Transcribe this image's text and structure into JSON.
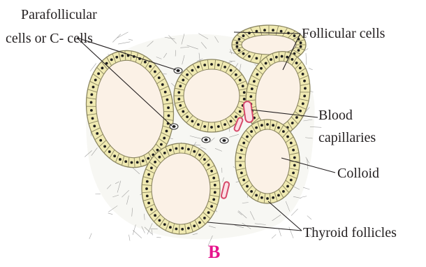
{
  "labels": {
    "parafollicular_line1": "Parafollicular",
    "parafollicular_line2": "cells or C- cells",
    "follicular_cells": "Follicular cells",
    "blood_line1": "Blood",
    "blood_line2": "capillaries",
    "colloid": "Colloid",
    "thyroid_follicles": "Thyroid follicles"
  },
  "panel_letter": "B",
  "colors": {
    "cell_fill": "#f0eab2",
    "cell_stroke": "#8a8560",
    "colloid_fill": "#fbf1e6",
    "capillary": "#d64a6a",
    "connective": "#555555",
    "nucleus": "#1e1e1e",
    "panel_letter": "#e6138c"
  }
}
